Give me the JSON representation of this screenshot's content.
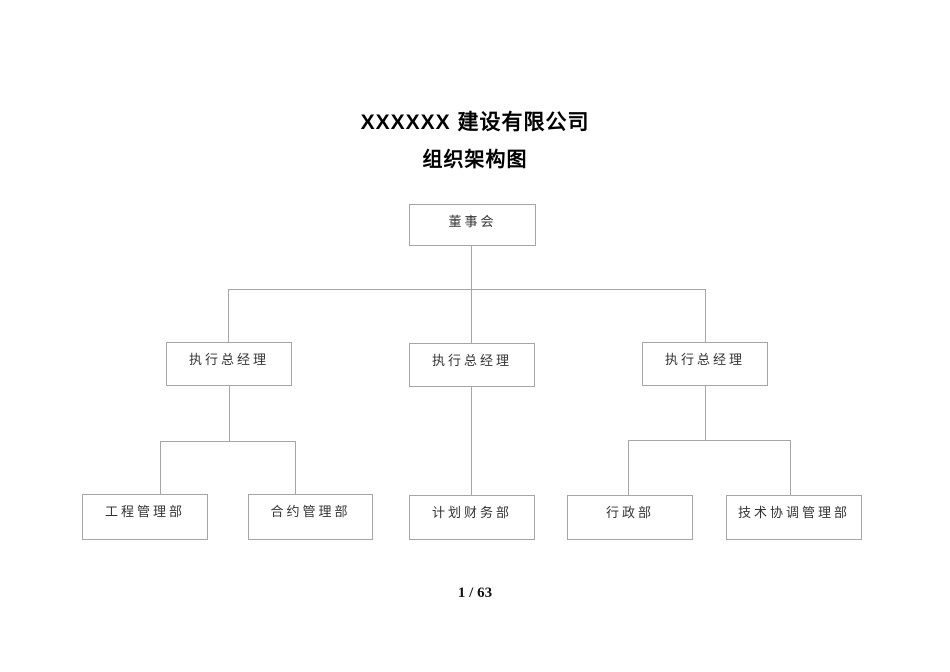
{
  "document": {
    "title_line1": "XXXXXX 建设有限公司",
    "title_line2": "组织架构图",
    "footer": {
      "page_number": "1 / 63"
    }
  },
  "colors": {
    "background": "#ffffff",
    "box_border": "#a6a6a6",
    "connector_line": "#a6a6a6",
    "box_text": "#333333",
    "title_text": "#000000"
  },
  "org_chart": {
    "type": "org-tree",
    "root": {
      "label": "董事会",
      "children": [
        {
          "label": "执行总经理",
          "children": [
            {
              "label": "工程管理部"
            },
            {
              "label": "合约管理部"
            }
          ]
        },
        {
          "label": "执行总经理",
          "children": [
            {
              "label": "计划财务部"
            }
          ]
        },
        {
          "label": "执行总经理",
          "children": [
            {
              "label": "行政部"
            },
            {
              "label": "技术协调管理部"
            }
          ]
        }
      ]
    }
  }
}
